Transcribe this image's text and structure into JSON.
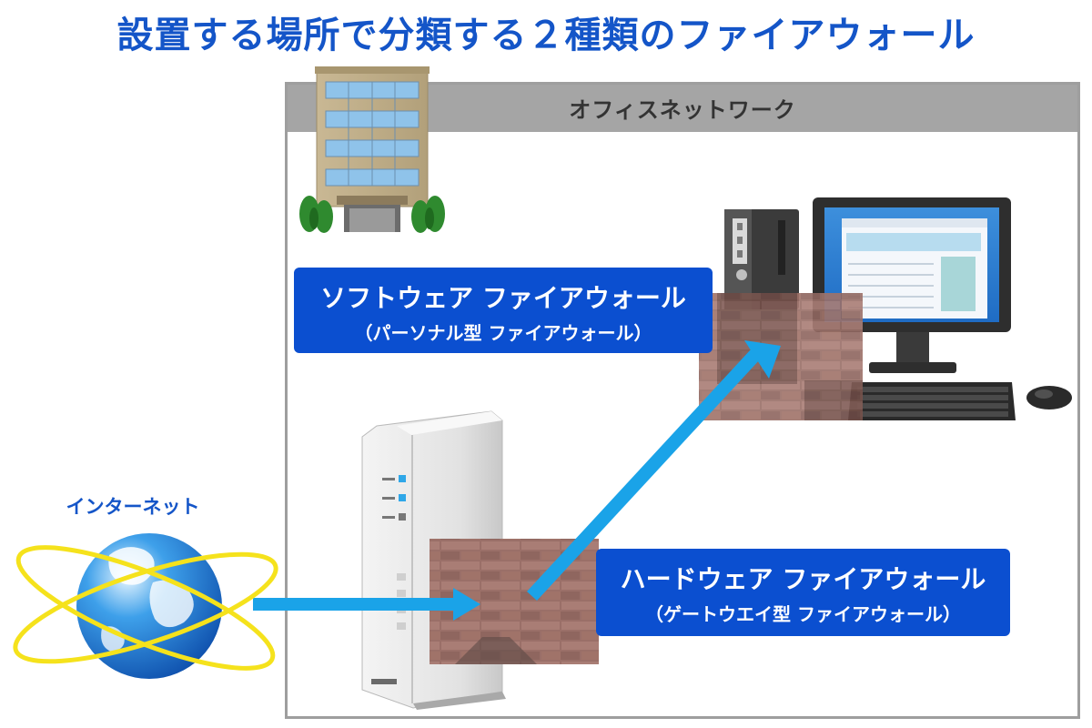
{
  "title": "設置する場所で分類する２種類のファイアウォール",
  "office_network": {
    "label": "オフィスネットワーク"
  },
  "internet": {
    "label": "インターネット"
  },
  "software_firewall": {
    "title": "ソフトウェア ファイアウォール",
    "subtitle": "（パーソナル型 ファイアウォール）"
  },
  "hardware_firewall": {
    "title": "ハードウェア ファイアウォール",
    "subtitle": "（ゲートウエイ型 ファイアウォール）"
  },
  "colors": {
    "title": "#1455c8",
    "label_box": "#0b4fd0",
    "arrow": "#1aa3e8",
    "brick": "#9a6f68",
    "office_header": "#a5a5a5",
    "orbit": "#f5e21c"
  }
}
